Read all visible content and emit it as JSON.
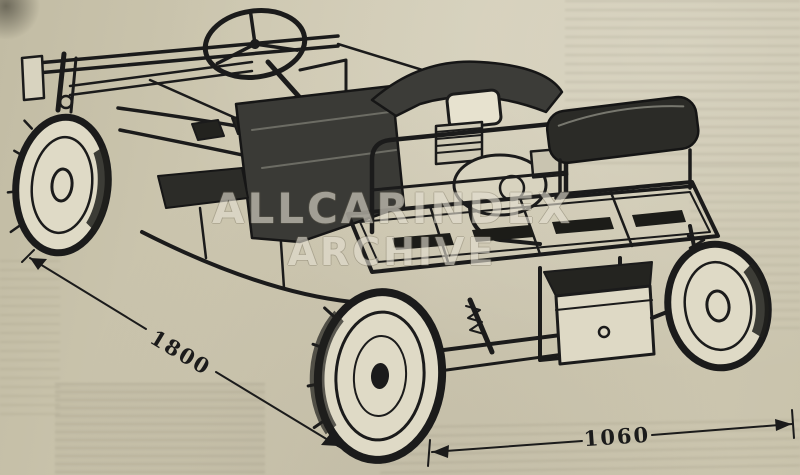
{
  "page": {
    "paper_color": "#cbc5ae",
    "ink_color": "#1b1b1b",
    "watermark_color": "#e3ded0"
  },
  "illustration": {
    "watermark": {
      "line1": "ALLCARINDEX",
      "line2": "ARCHIVE"
    },
    "dimensions": {
      "length": {
        "label": "1800"
      },
      "width": {
        "label": "1060"
      }
    }
  }
}
